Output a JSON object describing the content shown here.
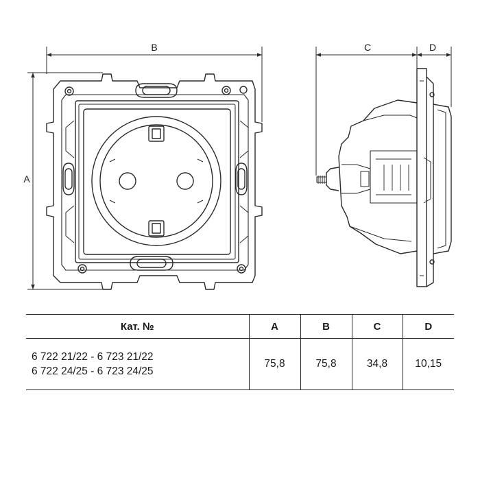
{
  "dimensions": {
    "a_label": "A",
    "b_label": "B",
    "c_label": "C",
    "d_label": "D"
  },
  "table": {
    "headers": {
      "catalog": "Кат. №",
      "a": "A",
      "b": "B",
      "c": "C",
      "d": "D"
    },
    "row": {
      "catalog_numbers": [
        "6 722 21/22 - 6 723 21/22",
        "6 722 24/25 - 6 723 24/25"
      ],
      "a": "75,8",
      "b": "75,8",
      "c": "34,8",
      "d": "10,15"
    }
  },
  "colors": {
    "line": "#2a2a2a"
  }
}
